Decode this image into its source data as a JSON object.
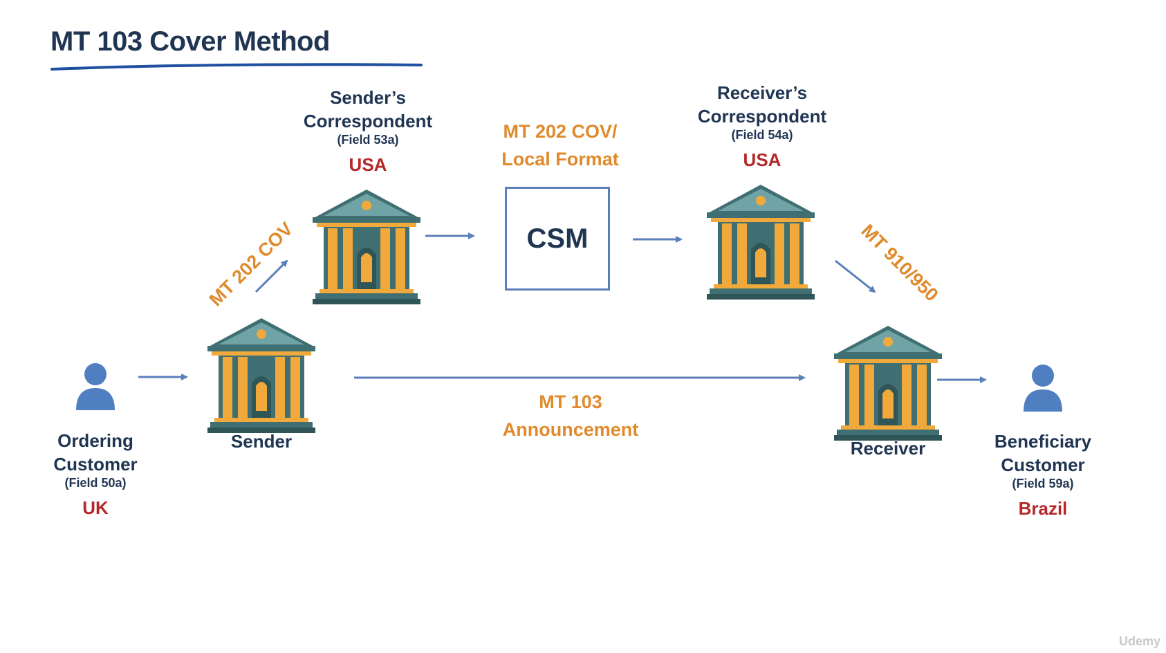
{
  "title": "MT 103 Cover Method",
  "nodes": {
    "ordering": {
      "name_line1": "Ordering",
      "name_line2": "Customer",
      "field": "(Field 50a)",
      "country": "UK"
    },
    "sender": {
      "name": "Sender"
    },
    "sender_corr": {
      "name_line1": "Sender’s",
      "name_line2": "Correspondent",
      "field": "(Field 53a)",
      "country": "USA"
    },
    "csm": {
      "label": "CSM"
    },
    "receiver_corr": {
      "name_line1": "Receiver’s",
      "name_line2": "Correspondent",
      "field": "(Field 54a)",
      "country": "USA"
    },
    "receiver": {
      "name": "Receiver"
    },
    "beneficiary": {
      "name_line1": "Beneficiary",
      "name_line2": "Customer",
      "field": "(Field 59a)",
      "country": "Brazil"
    }
  },
  "messages": {
    "mt202cov": "MT 202 COV",
    "cov_local_line1": "MT 202 COV/",
    "cov_local_line2": "Local Format",
    "mt910": "MT 910/950",
    "mt103_line1": "MT 103",
    "mt103_line2": "Announcement"
  },
  "watermark": "Udemy",
  "colors": {
    "navy": "#1f3552",
    "red": "#b5282a",
    "orange": "#e08a2c",
    "arrow": "#5b7fb8",
    "bank_teal": "#3f6f72",
    "bank_gold": "#f0a93a",
    "person": "#4f7fc0"
  }
}
